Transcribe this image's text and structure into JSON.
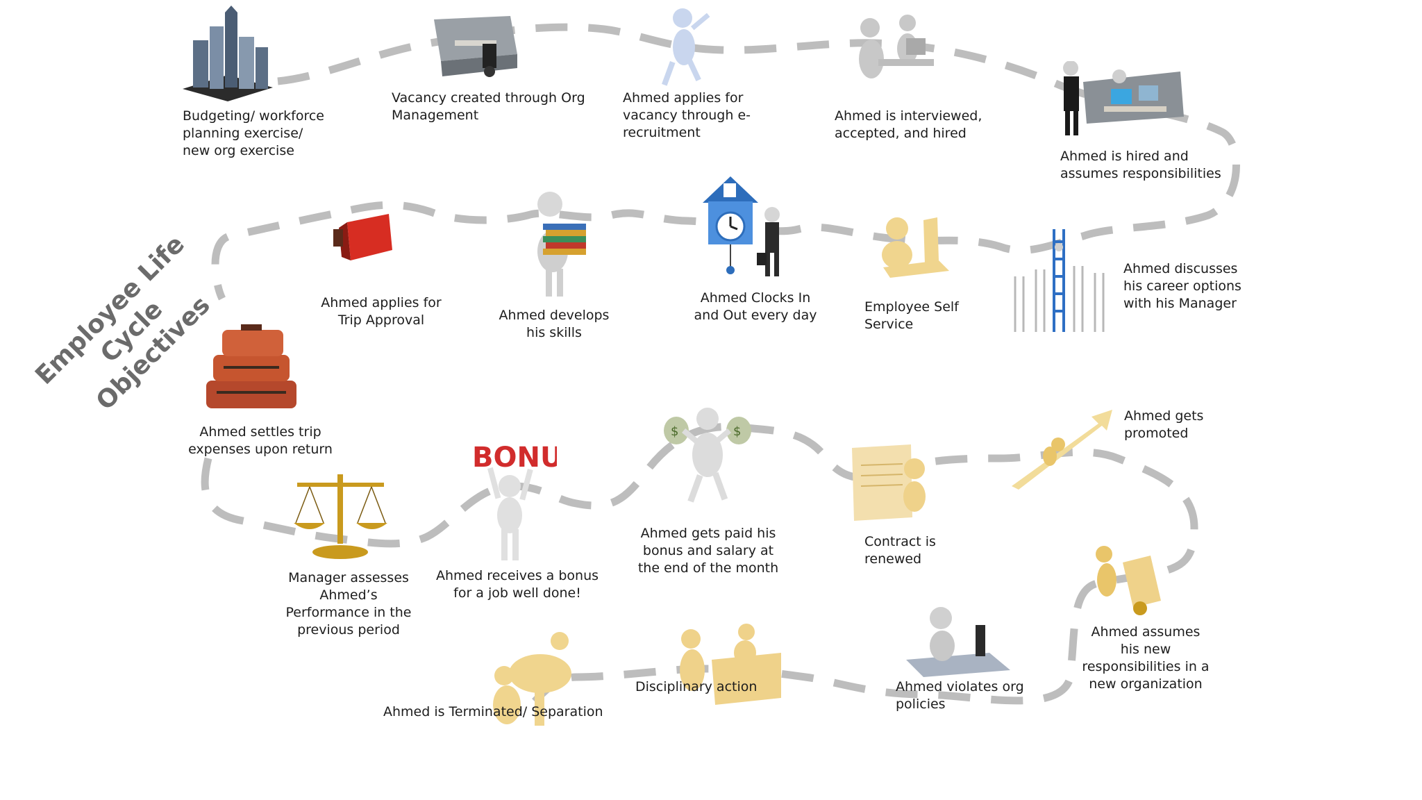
{
  "title": "Employee Life Cycle\nObjectives",
  "colors": {
    "path": "#bdbdbd",
    "gray_art": "#9a9a9a",
    "gold_art": "#e9c56a",
    "accent_red": "#d93b2a",
    "accent_blue": "#3d7fd6"
  },
  "steps": [
    {
      "id": "budgeting",
      "text": "Budgeting/ workforce\nplanning exercise/\nnew org exercise",
      "icon": "city-buildings-icon"
    },
    {
      "id": "vacancy",
      "text": "Vacancy created through Org\nManagement",
      "icon": "office-cubicle-icon"
    },
    {
      "id": "applies",
      "text": "Ahmed applies for\nvacancy through e-\nrecruitment",
      "icon": "jumping-figure-icon"
    },
    {
      "id": "interviewed",
      "text": "Ahmed is interviewed,\naccepted, and hired",
      "icon": "interview-icon"
    },
    {
      "id": "hired",
      "text": "Ahmed is hired and\nassumes responsibilities",
      "icon": "handshake-office-icon"
    },
    {
      "id": "career",
      "text": "Ahmed discusses\nhis career options\nwith his Manager",
      "icon": "career-ladder-icon"
    },
    {
      "id": "ess",
      "text": "Employee Self\nService",
      "icon": "laptop-self-service-icon"
    },
    {
      "id": "clocks",
      "text": "Ahmed Clocks In\nand Out every day",
      "icon": "cuckoo-clock-icon"
    },
    {
      "id": "skills",
      "text": "Ahmed develops\nhis skills",
      "icon": "books-stack-icon"
    },
    {
      "id": "trip",
      "text": "Ahmed applies for\nTrip Approval",
      "icon": "approval-stamp-icon"
    },
    {
      "id": "expenses",
      "text": "Ahmed settles trip\nexpenses upon return",
      "icon": "suitcases-icon"
    },
    {
      "id": "performance",
      "text": "Manager assesses\nAhmed’s\nPerformance in the\nprevious period",
      "icon": "balance-scale-icon"
    },
    {
      "id": "bonus",
      "text": "Ahmed receives a bonus\nfor a job well done!",
      "icon": "bonus-figure-icon"
    },
    {
      "id": "paid",
      "text": "Ahmed gets paid his\nbonus and salary at\nthe end of the month",
      "icon": "money-bags-icon"
    },
    {
      "id": "contract",
      "text": "Contract is\nrenewed",
      "icon": "contract-signing-icon"
    },
    {
      "id": "promoted",
      "text": "Ahmed gets\npromoted",
      "icon": "rising-arrow-icon"
    },
    {
      "id": "new_org",
      "text": "Ahmed assumes\nhis new\nresponsibilities in a\nnew organization",
      "icon": "hand-truck-icon"
    },
    {
      "id": "violates",
      "text": "Ahmed violates org\npolicies",
      "icon": "computer-desk-icon"
    },
    {
      "id": "disciplinary",
      "text": "Disciplinary action",
      "icon": "reprimand-desk-icon"
    },
    {
      "id": "terminated",
      "text": "Ahmed is Terminated/ Separation",
      "icon": "meeting-table-icon"
    }
  ],
  "bonus_word": "BONUS"
}
